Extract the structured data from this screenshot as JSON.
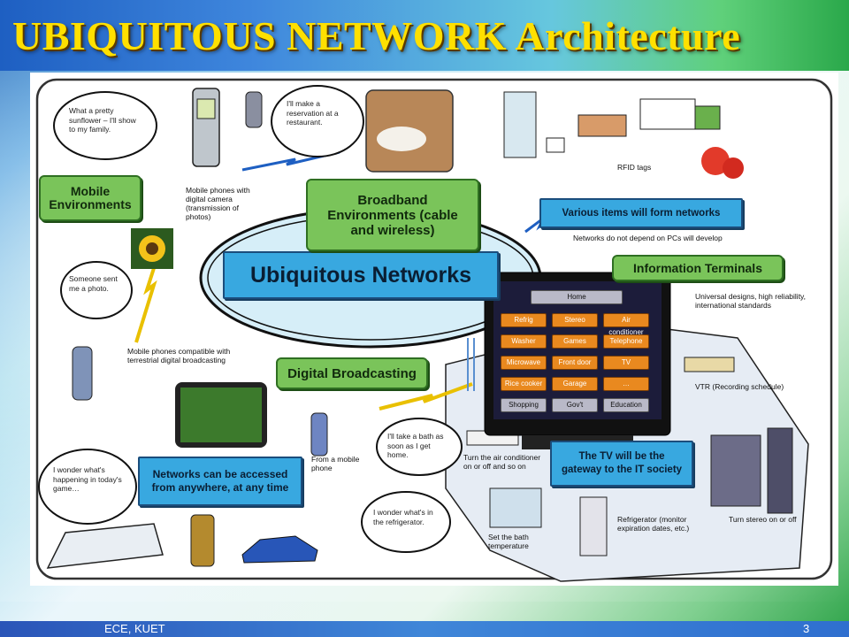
{
  "title": "UBIQUITOUS NETWORK  Architecture",
  "footer": {
    "left": "ECE, KUET",
    "page": "3"
  },
  "center": {
    "label": "Ubiquitous Networks"
  },
  "boxes": {
    "mobile": "Mobile Environments",
    "broadband": "Broadband Environments (cable and wireless)",
    "digital": "Digital Broadcasting",
    "items_networks": "Various items will form networks",
    "info_terminals": "Information Terminals",
    "anywhere": "Networks can be accessed from anywhere, at any time",
    "tv_gateway": "The TV will be the gateway to the IT society"
  },
  "bubbles": {
    "sunflower": "What a pretty sunflower – I'll show to my family.",
    "reservation": "I'll make a reservation at a restaurant.",
    "sent_photo": "Someone sent me a photo.",
    "game": "I wonder what's happening in today's game…",
    "bath": "I'll take a bath as soon as I get home.",
    "fridge": "I wonder what's in the refrigerator."
  },
  "notes": {
    "mobile_camera": "Mobile phones with digital camera (transmission of photos)",
    "mobile_terrestrial": "Mobile phones compatible with terrestrial digital broadcasting",
    "no_pcs": "Networks do not depend on PCs will develop",
    "rfid": "RFID tags",
    "universal": "Universal designs, high reliability, international standards",
    "vtr": "VTR (Recording schedule)",
    "from_phone": "From a mobile phone",
    "aircon": "Turn the air conditioner on or off and so on",
    "bath_temp": "Set the bath temperature",
    "refrigerator": "Refrigerator (monitor expiration dates, etc.)",
    "stereo": "Turn stereo on or off"
  },
  "tv_menu": {
    "home": "Home",
    "buttons": [
      [
        "Refrig",
        "Stereo",
        "Air conditioner"
      ],
      [
        "Washer",
        "Games",
        "Telephone"
      ],
      [
        "Microwave",
        "Front door",
        "TV"
      ],
      [
        "Rice cooker",
        "Garage",
        "…"
      ]
    ],
    "bottom": [
      "Shopping",
      "Gov't",
      "Education"
    ]
  },
  "colors": {
    "title": "#ffe000",
    "green": "#7ac45a",
    "blue": "#38a8e0",
    "orange": "#e9891f"
  }
}
